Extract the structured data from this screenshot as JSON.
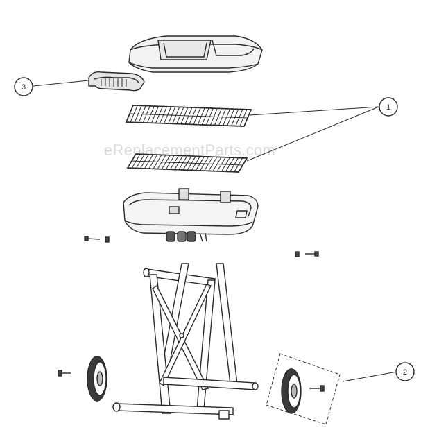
{
  "watermark": "eReplacementParts.com",
  "callouts": [
    {
      "id": "callout-1",
      "number": "1"
    },
    {
      "id": "callout-2",
      "number": "2"
    },
    {
      "id": "callout-3",
      "number": "3"
    }
  ]
}
